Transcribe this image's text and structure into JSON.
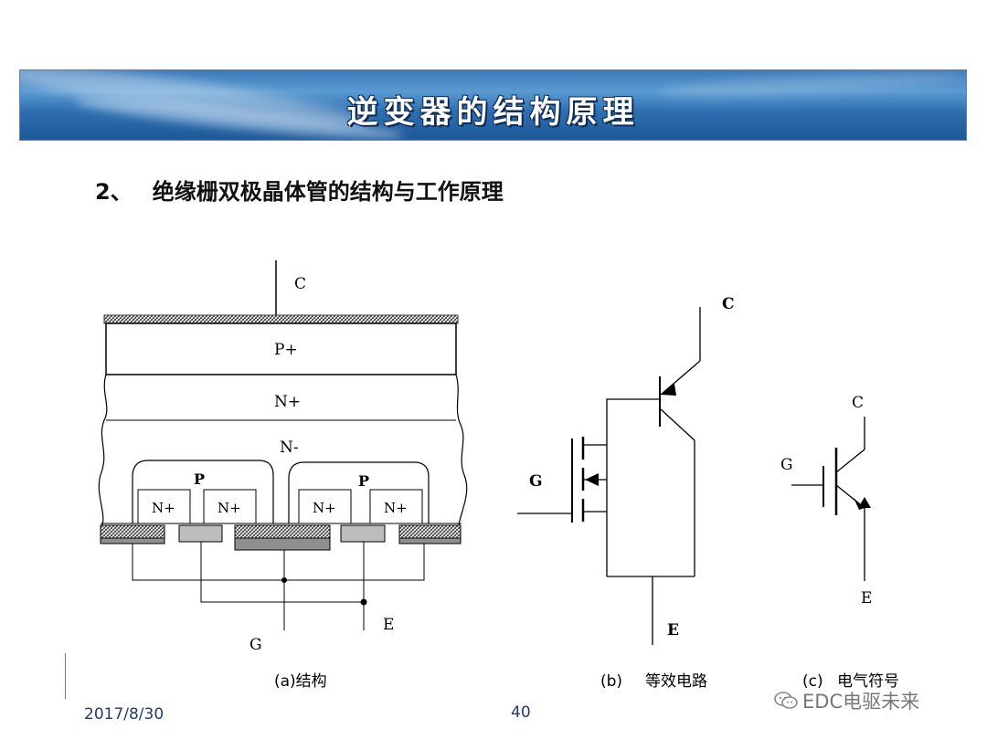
{
  "banner": {
    "title": "逆变器的结构原理"
  },
  "subtitle": {
    "number": "2、",
    "text": "绝缘栅双极晶体管的结构与工作原理"
  },
  "diagram_a": {
    "layers": {
      "p_plus": "P+",
      "n_plus": "N+",
      "n_minus": "N-",
      "p_left": "P",
      "p_right": "P",
      "np_cells": [
        "N+",
        "N+",
        "N+",
        "N+"
      ]
    },
    "terminals": {
      "collector": "C",
      "gate": "G",
      "emitter": "E"
    },
    "caption": "(a)结构"
  },
  "diagram_b": {
    "terminals": {
      "collector": "C",
      "gate": "G",
      "emitter": "E"
    },
    "caption_letter": "(b)",
    "caption_text": "等效电路"
  },
  "diagram_c": {
    "terminals": {
      "collector": "C",
      "gate": "G",
      "emitter": "E"
    },
    "caption_letter": "(c)",
    "caption_text": "电气符号"
  },
  "footer": {
    "date": "2017/8/30",
    "page": "40"
  },
  "watermark": {
    "text": "EDC电驱未来",
    "icon": "wechat-icon"
  }
}
